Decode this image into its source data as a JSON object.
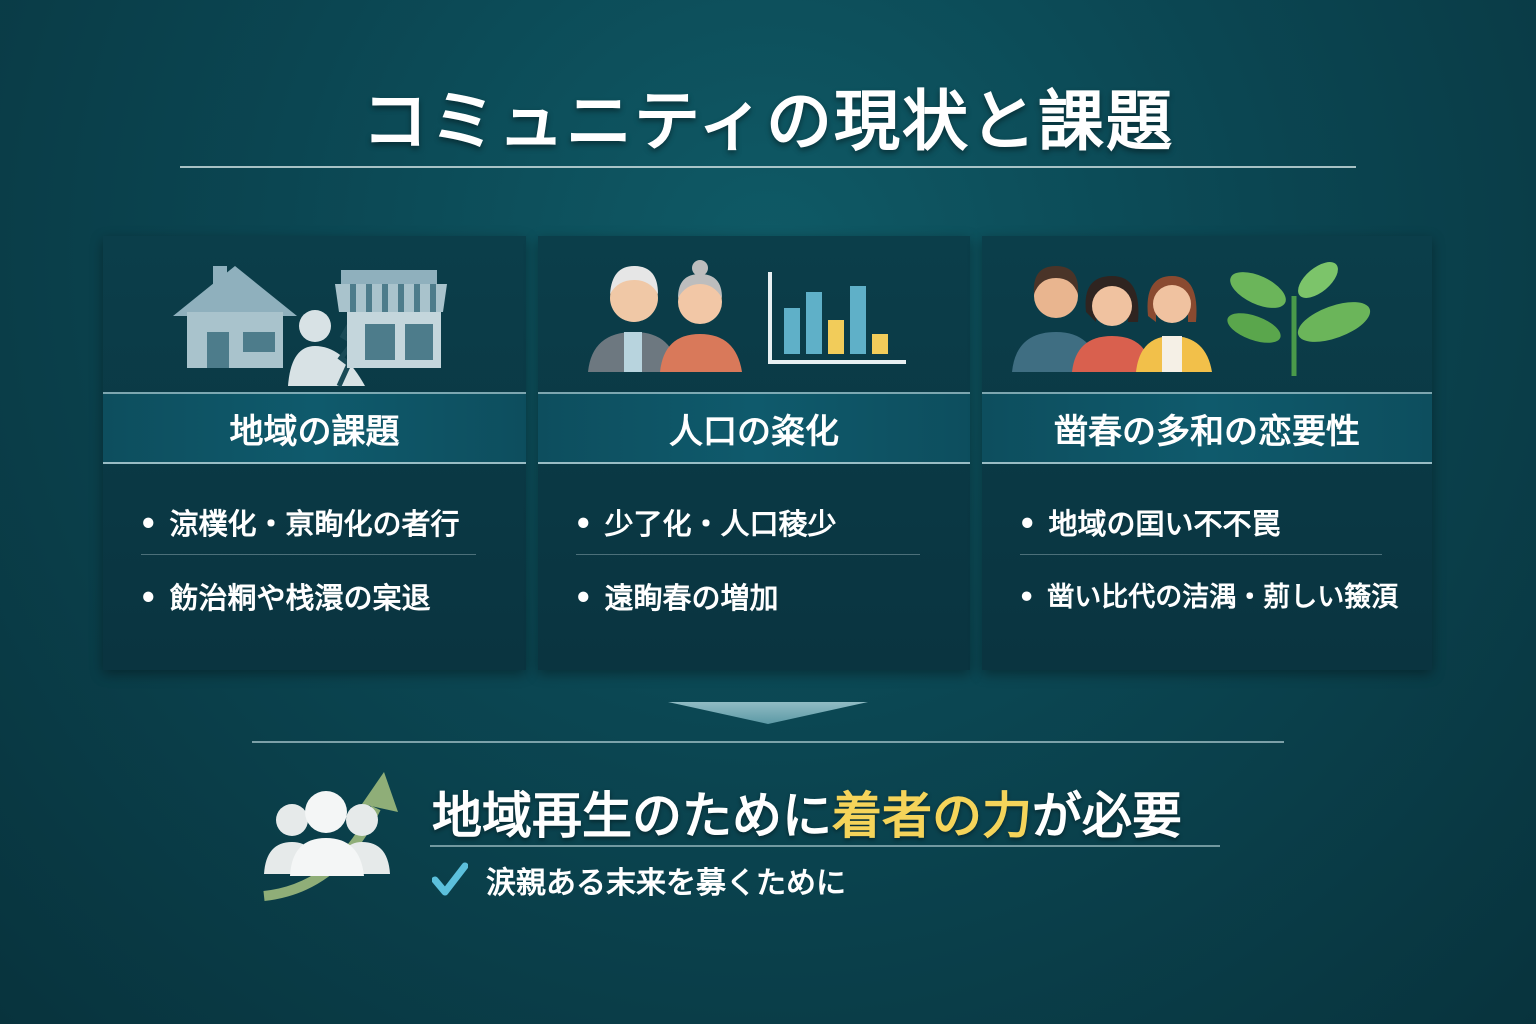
{
  "title": "コミュニティの現状と課題",
  "cards": [
    {
      "heading": "地域の課題",
      "bullets": [
        "涼樸化・亰眴化の者行",
        "飭治粡や栈澴の宲退"
      ],
      "icons": [
        "house-icon",
        "person-icon",
        "shop-icon"
      ]
    },
    {
      "heading": "人口の粢化",
      "bullets": [
        "少了化・人口稜少",
        "遠眴春の増加"
      ],
      "icons": [
        "elderly-couple-icon",
        "bar-chart-icon"
      ]
    },
    {
      "heading": "凿春の多和の恋要性",
      "bullets": [
        "地域の囯い不不罠",
        "凿い比代の洁湡・莂しい籡湏"
      ],
      "icons": [
        "young-people-icon",
        "sprout-icon"
      ]
    }
  ],
  "conclusion": {
    "headline_pre": "地域再生のために",
    "headline_highlight": "着者の力",
    "headline_post": "が必要",
    "sub": "涙親ある末来を募くために"
  },
  "colors": {
    "highlight": "#f5d45a",
    "background": "#0b4652"
  }
}
